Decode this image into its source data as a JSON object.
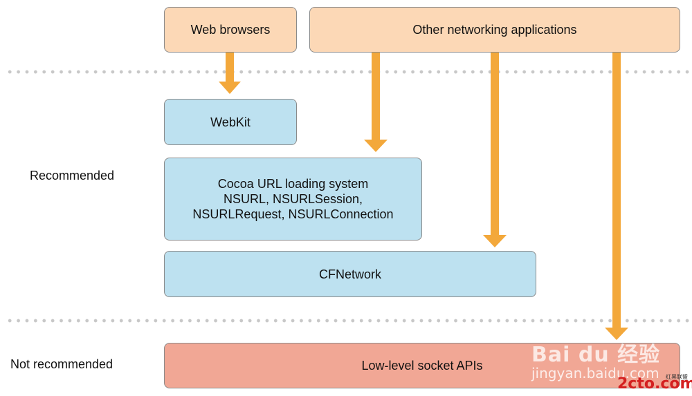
{
  "diagram": {
    "layers": {
      "recommended": "Recommended",
      "not_recommended": "Not recommended"
    },
    "applications": {
      "web_browsers": "Web browsers",
      "other_networking": "Other networking applications"
    },
    "components": {
      "webkit": "WebKit",
      "cocoa_line1": "Cocoa URL loading system",
      "cocoa_line2": "NSURL, NSURLSession,",
      "cocoa_line3": "NSURLRequest, NSURLConnection",
      "cfnetwork": "CFNetwork",
      "sockets": "Low-level socket APIs"
    },
    "arrows": [
      {
        "from": "Web browsers",
        "to": "WebKit"
      },
      {
        "from": "Other networking applications",
        "to": "Cocoa URL loading system"
      },
      {
        "from": "Other networking applications",
        "to": "CFNetwork"
      },
      {
        "from": "Other networking applications",
        "to": "Low-level socket APIs"
      }
    ],
    "colors": {
      "application": "#fcd8b6",
      "recommended": "#bde1f0",
      "not_recommended": "#f1a795",
      "arrow": "#f3a83b"
    }
  },
  "watermark": {
    "brand": "Bai du 经验",
    "url": "jingyan.baidu.com",
    "site": "2cto.com",
    "site_sub": "红黑联盟"
  }
}
